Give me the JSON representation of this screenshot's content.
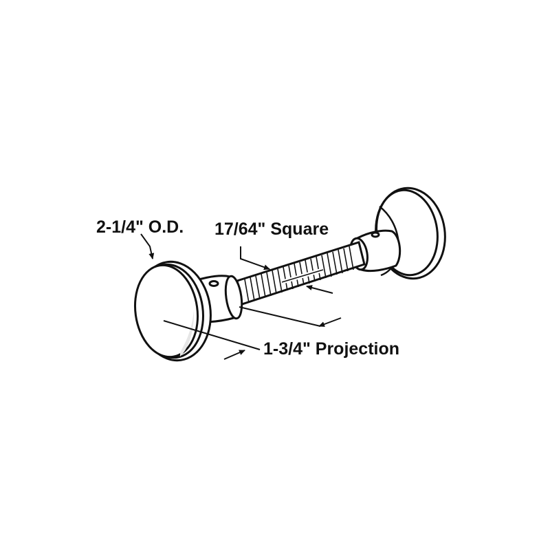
{
  "labels": {
    "outer_diameter": "2-1/4\" O.D.",
    "spindle": "17/64\" Square",
    "projection": "1-3/4\" Projection"
  },
  "colors": {
    "line": "#111111",
    "fill": "#ffffff",
    "shadow": "#e6e6e6"
  },
  "icons": {
    "left_knob": "door-knob-icon",
    "right_knob": "door-knob-icon",
    "spindle": "threaded-spindle-icon"
  }
}
